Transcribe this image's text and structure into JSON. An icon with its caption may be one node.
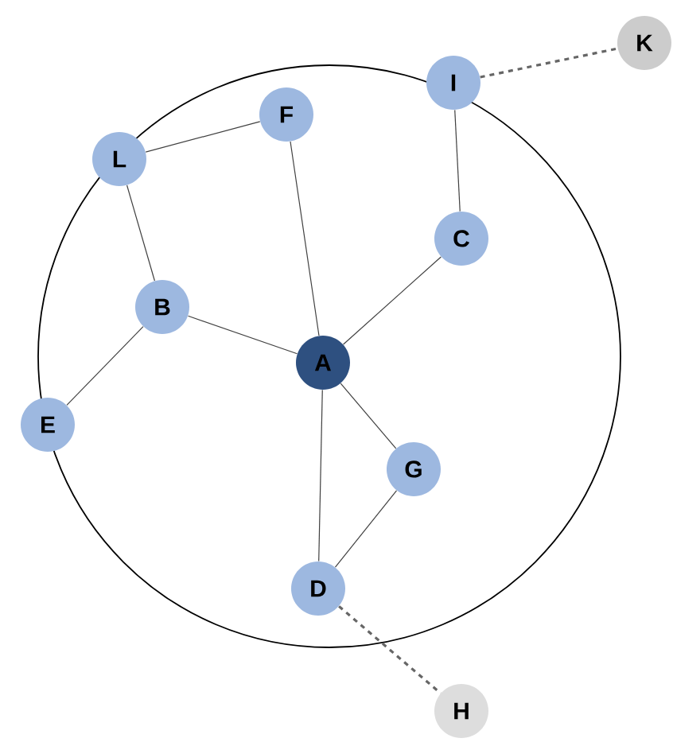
{
  "diagram": {
    "nodes": [
      {
        "text": [],
        "shape": "circle"
      },
      {
        "text": [
          "K"
        ]
      },
      {
        "text": [
          "I"
        ]
      },
      {
        "text": [
          "F"
        ],
        "in": 0
      },
      {
        "text": [
          "L"
        ],
        "in": 0
      },
      {
        "text": [
          "C"
        ],
        "in": 0
      },
      {
        "text": [
          "B"
        ],
        "in": 0
      },
      {
        "text": [
          "A"
        ],
        "in": 0
      },
      {
        "text": [
          "E"
        ]
      },
      {
        "text": [
          "G"
        ],
        "in": 0
      },
      {
        "text": [
          "D"
        ],
        "in": 0
      },
      {
        "text": [
          "H"
        ]
      }
    ],
    "edges": [
      {
        "from": 4,
        "to": 3,
        "arrow": "none"
      },
      {
        "from": 4,
        "to": 6,
        "arrow": "none"
      },
      {
        "from": 3,
        "to": 7,
        "arrow": "none"
      },
      {
        "from": 6,
        "to": 7,
        "arrow": "none"
      },
      {
        "from": 6,
        "to": 8,
        "arrow": "none"
      },
      {
        "from": 5,
        "to": 7,
        "arrow": "none"
      },
      {
        "from": 2,
        "to": 5,
        "arrow": "none"
      },
      {
        "from": 7,
        "to": 9,
        "arrow": "none"
      },
      {
        "from": 7,
        "to": 10,
        "arrow": "none"
      },
      {
        "from": 9,
        "to": 10,
        "arrow": "none"
      },
      {
        "from": 2,
        "to": 1,
        "arrow": "none",
        "style": "dashed",
        "color": "#666666"
      },
      {
        "from": 10,
        "to": 11,
        "arrow": "none",
        "style": "dashed",
        "color": "#666666"
      }
    ]
  }
}
